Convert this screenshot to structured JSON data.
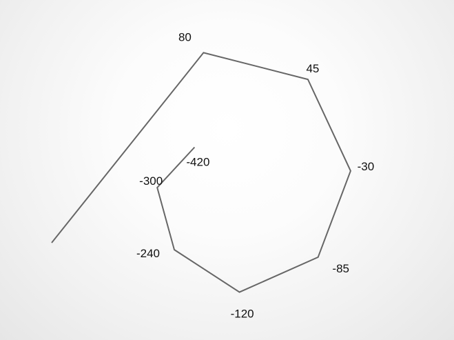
{
  "chart_data": {
    "type": "line",
    "title": "",
    "series": [
      {
        "values": [
          80,
          45,
          -30,
          -85,
          -120,
          -240,
          -300,
          -420
        ],
        "labels": [
          "80",
          "45",
          "-30",
          "-85",
          "-120",
          "-240",
          "-300",
          "-420"
        ]
      }
    ],
    "line_color": "#666666",
    "label_color": "#111111",
    "grid": false,
    "legend": "none"
  }
}
